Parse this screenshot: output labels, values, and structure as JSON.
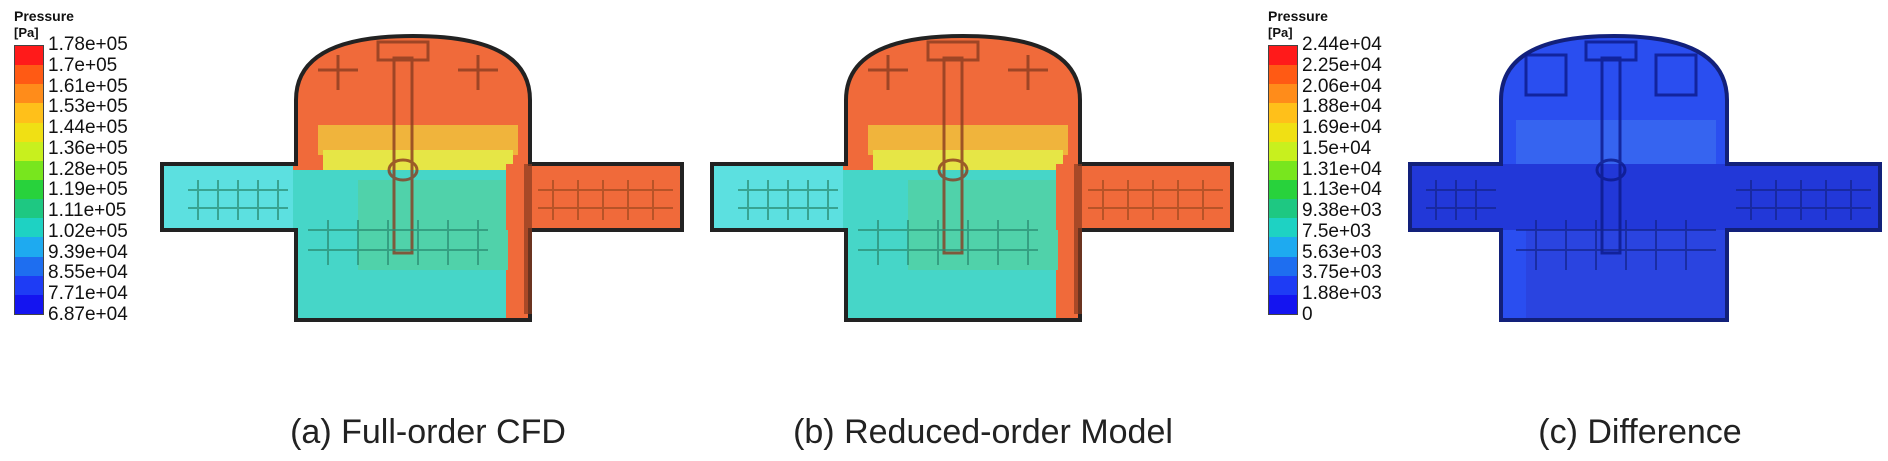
{
  "legends": [
    {
      "title": "Pressure",
      "unit": "[Pa]",
      "labels": [
        "1.78e+05",
        "1.7e+05",
        "1.61e+05",
        "1.53e+05",
        "1.44e+05",
        "1.36e+05",
        "1.28e+05",
        "1.19e+05",
        "1.11e+05",
        "1.02e+05",
        "9.39e+04",
        "8.55e+04",
        "7.71e+04",
        "6.87e+04"
      ]
    },
    {
      "title": "Pressure",
      "unit": "[Pa]",
      "labels": [
        "2.44e+04",
        "2.25e+04",
        "2.06e+04",
        "1.88e+04",
        "1.69e+04",
        "1.5e+04",
        "1.31e+04",
        "1.13e+04",
        "9.38e+03",
        "7.5e+03",
        "5.63e+03",
        "3.75e+03",
        "1.88e+03",
        "0"
      ]
    }
  ],
  "colormap": [
    "#ff1a1a",
    "#ff5a14",
    "#ff8c1a",
    "#ffc01a",
    "#f0e014",
    "#c8f01e",
    "#78e61e",
    "#28d23c",
    "#1ec882",
    "#1ed2c3",
    "#1eaaf0",
    "#1e6ef0",
    "#1e3cf5",
    "#1414f0"
  ],
  "captions": {
    "a": "(a) Full-order CFD",
    "b": "(b) Reduced-order Model",
    "c": "(c) Difference"
  }
}
